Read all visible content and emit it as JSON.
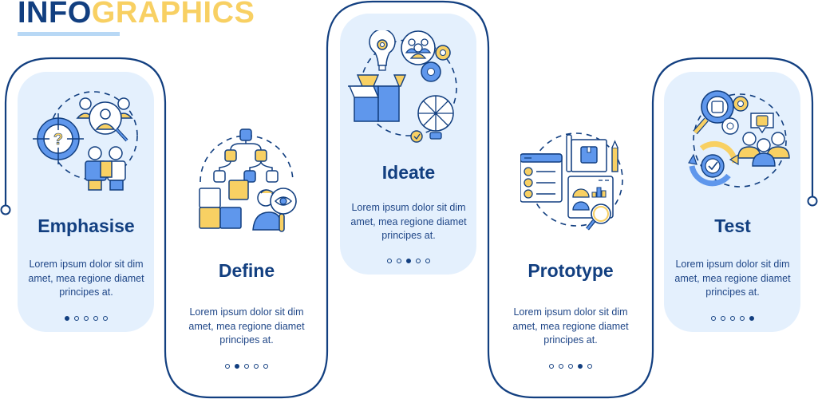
{
  "header": {
    "logo_part1": "INFO",
    "logo_part2": "GRAPHICS"
  },
  "colors": {
    "navy": "#123f80",
    "yellow": "#f8d063",
    "light_blue_fill": "#e4f0fd",
    "accent_blue": "#5f97ec",
    "underline": "#b8d8f5"
  },
  "steps": [
    {
      "title": "Emphasise",
      "description": "Lorem ipsum dolor sit dim amet, mea regione diamet principes at.",
      "icon": "empathy-people-search-icon",
      "active_dot": 0
    },
    {
      "title": "Define",
      "description": "Lorem ipsum dolor sit dim amet, mea regione diamet principes at.",
      "icon": "puzzle-hierarchy-eye-icon",
      "active_dot": 1
    },
    {
      "title": "Ideate",
      "description": "Lorem ipsum dolor sit dim amet, mea regione diamet principes at.",
      "icon": "ideas-box-brain-icon",
      "active_dot": 2
    },
    {
      "title": "Prototype",
      "description": "Lorem ipsum dolor sit dim amet, mea regione diamet principes at.",
      "icon": "blueprint-dashboard-icon",
      "active_dot": 3
    },
    {
      "title": "Test",
      "description": "Lorem ipsum dolor sit dim amet, mea regione diamet principes at.",
      "icon": "magnifier-gear-users-icon",
      "active_dot": 4
    }
  ]
}
